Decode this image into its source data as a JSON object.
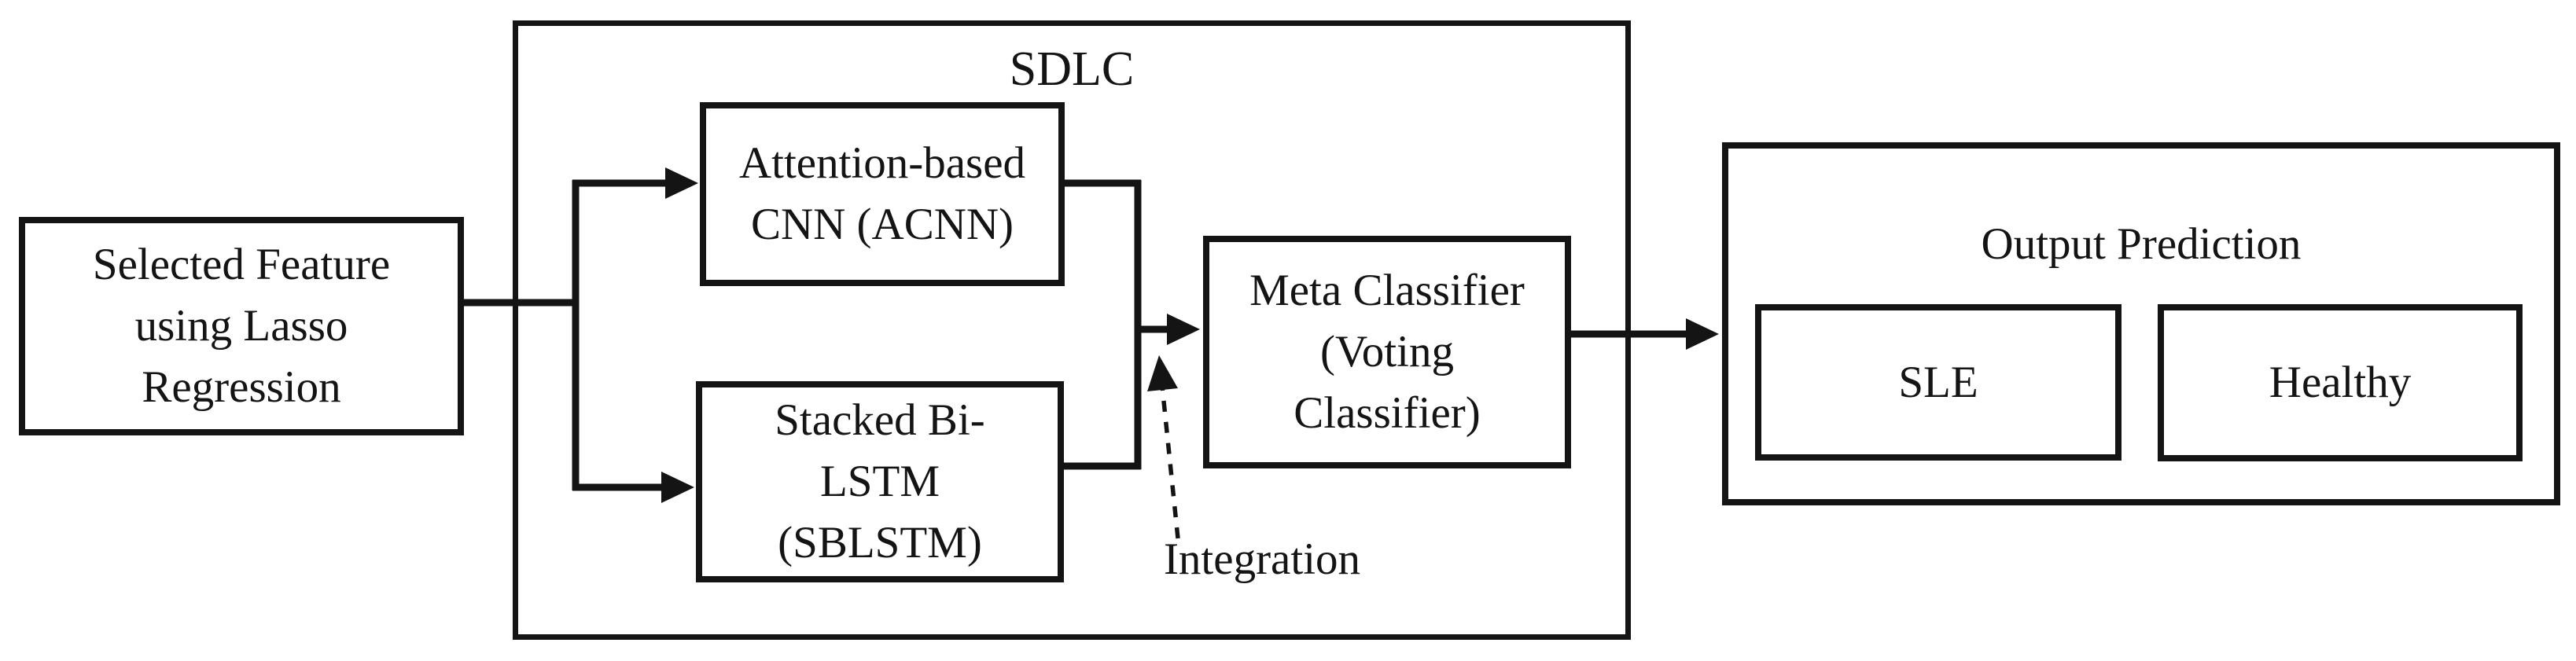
{
  "diagram": {
    "colors": {
      "ink": "#141414",
      "background": "#ffffff"
    },
    "selected_feature_box": {
      "lines": [
        "Selected Feature",
        "using Lasso",
        "Regression"
      ]
    },
    "sdlc": {
      "label": "SDLC"
    },
    "acnn_box": {
      "lines": [
        "Attention-based",
        "CNN (ACNN)"
      ]
    },
    "sblstm_box": {
      "lines": [
        "Stacked Bi-",
        "LSTM",
        "(SBLSTM)"
      ]
    },
    "meta_classifier_box": {
      "lines": [
        "Meta Classifier",
        "(Voting",
        "Classifier)"
      ]
    },
    "integration_label": "Integration",
    "output_prediction": {
      "title": "Output Prediction",
      "classes": [
        {
          "label": "SLE"
        },
        {
          "label": "Healthy"
        }
      ]
    }
  }
}
